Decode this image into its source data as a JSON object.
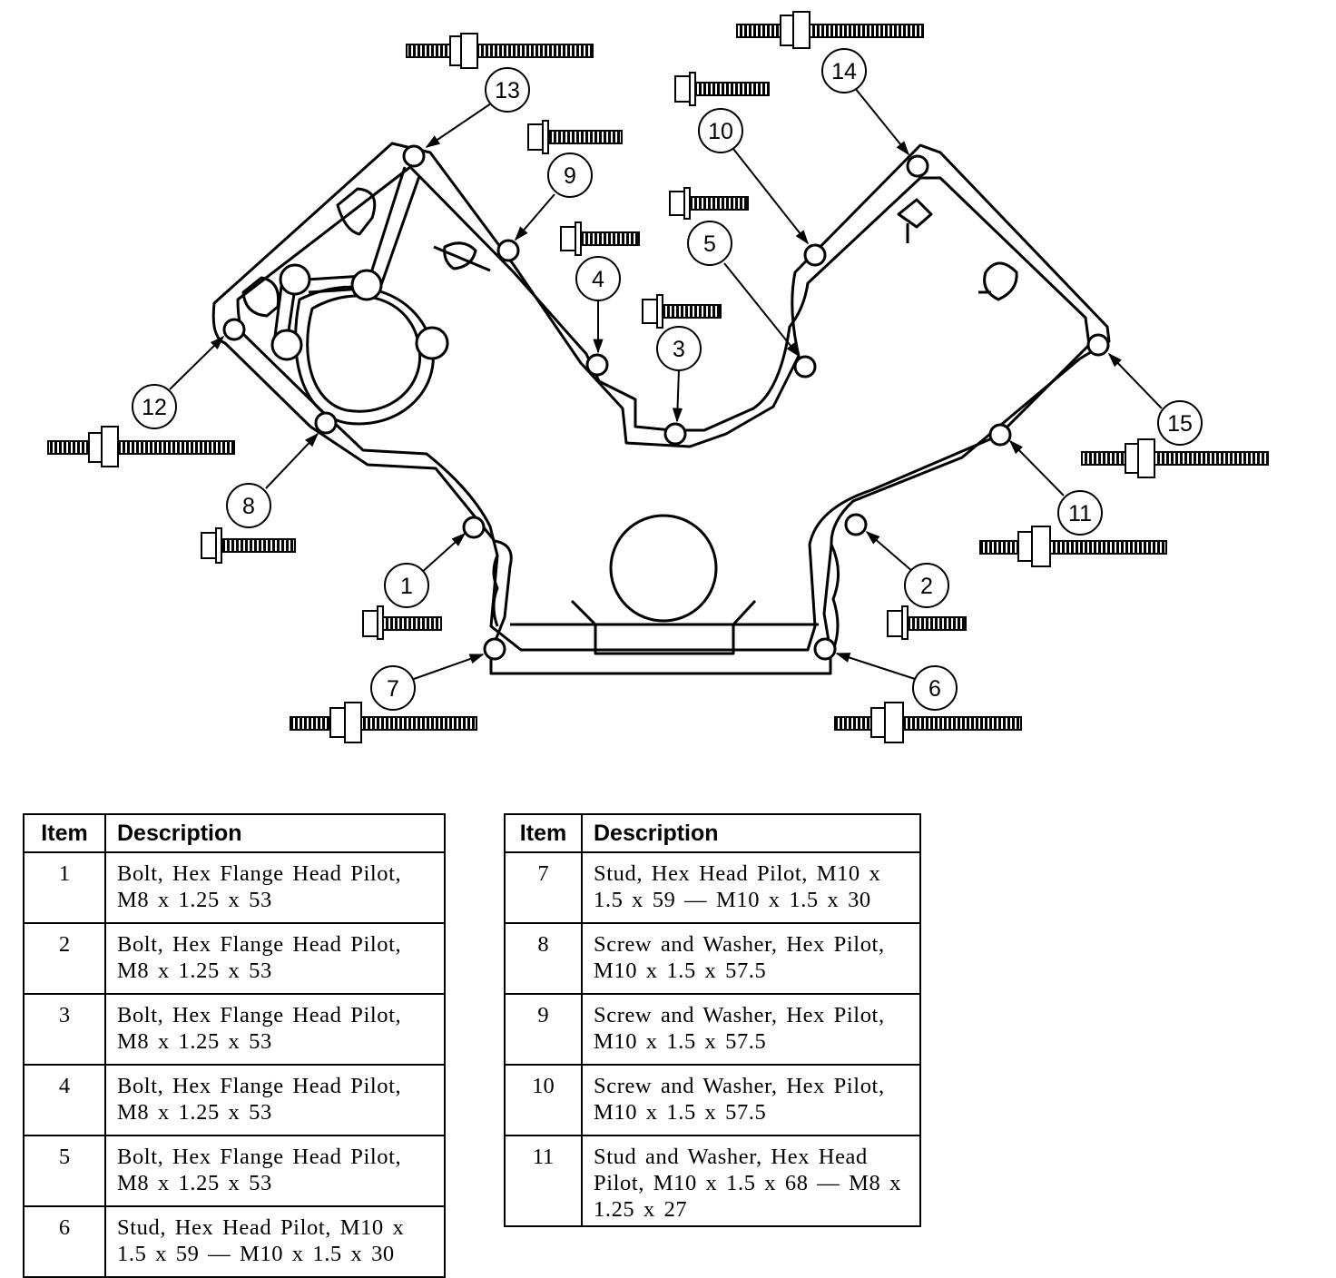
{
  "callouts": [
    {
      "label": "1"
    },
    {
      "label": "2"
    },
    {
      "label": "3"
    },
    {
      "label": "4"
    },
    {
      "label": "5"
    },
    {
      "label": "6"
    },
    {
      "label": "7"
    },
    {
      "label": "8"
    },
    {
      "label": "9"
    },
    {
      "label": "10"
    },
    {
      "label": "11"
    },
    {
      "label": "12"
    },
    {
      "label": "13"
    },
    {
      "label": "14"
    },
    {
      "label": "15"
    }
  ],
  "tables": {
    "left": {
      "headers": {
        "item": "Item",
        "description": "Description"
      },
      "rows": [
        {
          "item": "1",
          "description": "Bolt, Hex Flange Head Pilot, M8 x 1.25 x 53"
        },
        {
          "item": "2",
          "description": "Bolt, Hex Flange Head Pilot, M8 x 1.25 x 53"
        },
        {
          "item": "3",
          "description": "Bolt, Hex Flange Head Pilot, M8 x 1.25 x 53"
        },
        {
          "item": "4",
          "description": "Bolt, Hex Flange Head Pilot, M8 x 1.25 x 53"
        },
        {
          "item": "5",
          "description": "Bolt, Hex Flange Head Pilot, M8 x 1.25 x 53"
        },
        {
          "item": "6",
          "description": "Stud, Hex Head Pilot, M10 x 1.5 x 59 — M10 x 1.5 x 30"
        }
      ]
    },
    "right": {
      "headers": {
        "item": "Item",
        "description": "Description"
      },
      "rows": [
        {
          "item": "7",
          "description": "Stud, Hex Head Pilot, M10 x 1.5 x 59 — M10 x 1.5 x 30"
        },
        {
          "item": "8",
          "description": "Screw and Washer, Hex Pilot, M10 x 1.5 x 57.5"
        },
        {
          "item": "9",
          "description": "Screw and Washer, Hex Pilot, M10 x 1.5 x 57.5"
        },
        {
          "item": "10",
          "description": "Screw and Washer, Hex Pilot, M10 x 1.5 x 57.5"
        },
        {
          "item": "11",
          "description": "Stud and Washer, Hex Head Pilot, M10 x 1.5 x 68 — M8 x 1.25 x 27"
        }
      ]
    }
  }
}
